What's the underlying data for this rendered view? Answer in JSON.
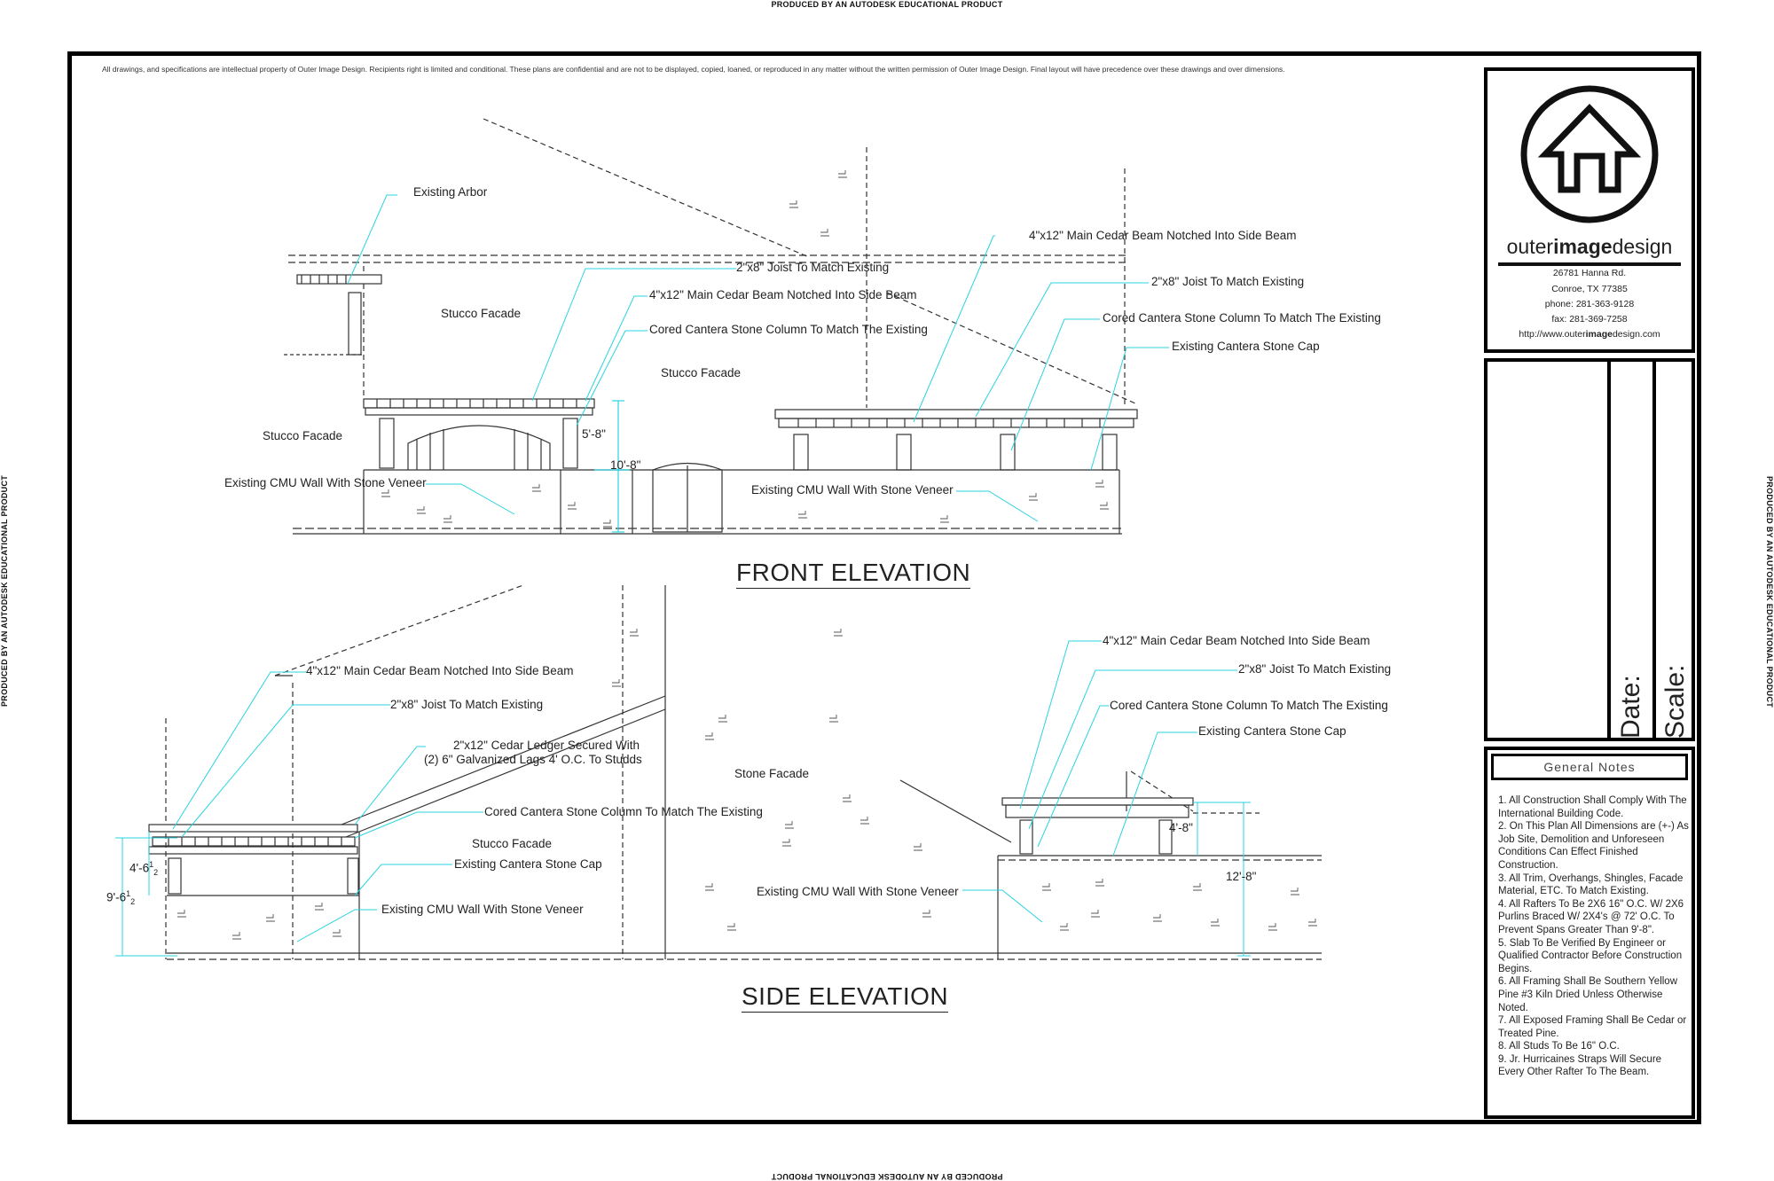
{
  "stamps": {
    "top": "PRODUCED BY AN AUTODESK EDUCATIONAL PRODUCT",
    "bottom": "PRODUCED BY AN AUTODESK EDUCATIONAL PRODUCT",
    "left": "PRODUCED BY AN AUTODESK EDUCATIONAL PRODUCT",
    "right": "PRODUCED BY AN AUTODESK EDUCATIONAL PRODUCT"
  },
  "disclaimer": "All drawings, and specifications are intellectual property of Outer Image Design. Recipients right is limited and conditional. These plans are confidential and are not to be displayed, copied, loaned, or reproduced in any matter without the written permission of Outer Image Design. Final layout will have precedence over these drawings and over dimensions.",
  "front_elevation": {
    "title": "FRONT ELEVATION",
    "labels": {
      "existing_arbor": "Existing Arbor",
      "joist_left": "2\"x8\" Joist To Match Existing",
      "beam_left": "4\"x12\" Main Cedar Beam Notched Into Side Beam",
      "column_left": "Cored Cantera Stone Column To Match The Existing",
      "stucco_1": "Stucco Facade",
      "stucco_2": "Stucco Facade",
      "stucco_3": "Stucco Facade",
      "cmu_left": "Existing CMU Wall With Stone Veneer",
      "cmu_right": "Existing CMU Wall With Stone Veneer",
      "beam_right": "4\"x12\" Main Cedar Beam Notched Into Side Beam",
      "joist_right": "2\"x8\" Joist To Match Existing",
      "column_right": "Cored Cantera Stone Column To Match The Existing",
      "cap_right": "Existing Cantera Stone Cap"
    },
    "dims": {
      "height": "5'-8\"",
      "total": "10'-8\""
    }
  },
  "side_elevation": {
    "title": "SIDE ELEVATION",
    "labels": {
      "beam_left": "4\"x12\" Main Cedar Beam Notched Into Side Beam",
      "joist_left": "2\"x8\" Joist To Match Existing",
      "ledger_1": "2\"x12\" Cedar Ledger Secured With",
      "ledger_2": "(2) 6\" Galvanized Lags 4' O.C. To Studds",
      "column_left": "Cored Cantera Stone Column To Match The Existing",
      "stucco": "Stucco Facade",
      "cap_left": "Existing Cantera Stone Cap",
      "cmu_left": "Existing CMU Wall With Stone Veneer",
      "stone_facade": "Stone Facade",
      "cmu_right": "Existing CMU Wall With Stone Veneer",
      "beam_right": "4\"x12\" Main Cedar Beam Notched Into Side Beam",
      "joist_right": "2\"x8\" Joist To Match Existing",
      "column_right": "Cored Cantera Stone Column To Match The Existing",
      "cap_right": "Existing Cantera Stone Cap"
    },
    "dims": {
      "left_a": "4'-6",
      "left_b": "9'-6",
      "half": "1",
      "two": "2",
      "right_a": "4'-8\"",
      "right_b": "12'-8\""
    }
  },
  "title_block": {
    "brand_prefix": "outer",
    "brand_bold": "image",
    "brand_suffix": "design",
    "address": "26781 Hanna Rd.",
    "city": "Conroe, TX 77385",
    "phone": "phone: 281-363-9128",
    "fax": "fax: 281-369-7258",
    "web_prefix": "http://www.outer",
    "web_bold": "image",
    "web_suffix": "design.com",
    "date_label": "Date:",
    "scale_label": "Scale:"
  },
  "general_notes": {
    "heading": "General  Notes",
    "items": [
      "1. All Construction Shall Comply With The International Building Code.",
      "2. On This Plan All Dimensions are (+-) As Job Site, Demolition and Unforeseen Conditions Can Effect Finished Construction.",
      "3. All Trim, Overhangs, Shingles, Facade Material, ETC. To Match Existing.",
      "4. All Rafters To Be 2X6 16\" O.C. W/ 2X6 Purlins Braced W/ 2X4's @ 72' O.C. To Prevent Spans Greater Than 9'-8\".",
      "5. Slab To Be Verified By Engineer or Qualified Contractor Before Construction Begins.",
      "6. All Framing Shall Be Southern Yellow Pine #3 Kiln Dried Unless Otherwise Noted.",
      "7. All Exposed Framing Shall Be Cedar or Treated Pine.",
      "8. All Studs To Be 16\" O.C.",
      "9. Jr. Hurricaines Straps Will Secure Every Other Rafter To The Beam."
    ]
  },
  "colors": {
    "leader": "#29d4e0",
    "line": "#333333",
    "frame": "#000000"
  }
}
